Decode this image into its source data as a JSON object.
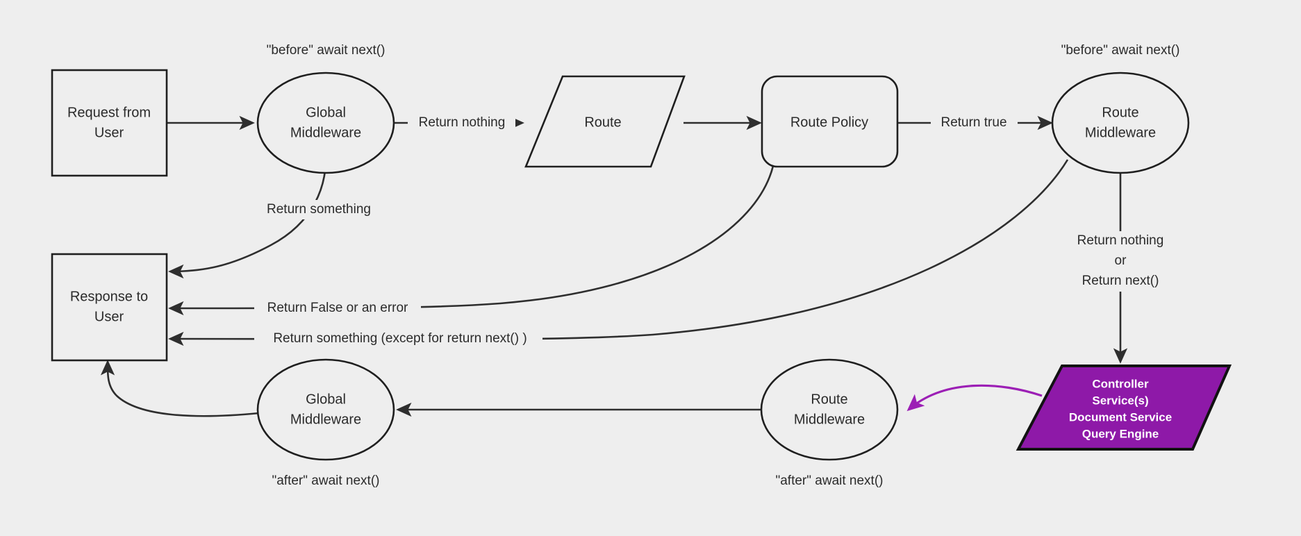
{
  "diagram": {
    "title": "Middleware request/response lifecycle flowchart",
    "background_color": "#eeeeee",
    "stroke_color": "#2e2e2e",
    "accent_color": "#8E19A8",
    "accent_text_color": "#ffffff"
  },
  "nodes": {
    "request_from_user": {
      "line1": "Request from",
      "line2": "User",
      "shape": "rectangle"
    },
    "global_middleware_before": {
      "line1": "Global",
      "line2": "Middleware",
      "shape": "ellipse"
    },
    "route": {
      "line1": "Route",
      "shape": "parallelogram"
    },
    "route_policy": {
      "line1": "Route Policy",
      "shape": "rounded-rectangle"
    },
    "route_middleware_before": {
      "line1": "Route",
      "line2": "Middleware",
      "shape": "ellipse"
    },
    "controller_services": {
      "line1": "Controller",
      "line2": "Service(s)",
      "line3": "Document Service",
      "line4": "Query Engine",
      "shape": "parallelogram"
    },
    "route_middleware_after": {
      "line1": "Route",
      "line2": "Middleware",
      "shape": "ellipse"
    },
    "global_middleware_after": {
      "line1": "Global",
      "line2": "Middleware",
      "shape": "ellipse"
    },
    "response_to_user": {
      "line1": "Response to",
      "line2": "User",
      "shape": "rectangle"
    }
  },
  "annotations": {
    "before_await_next_global": "\"before\" await next()",
    "before_await_next_route": "\"before\" await next()",
    "after_await_next_global": "\"after\" await next()",
    "after_await_next_route": "\"after\" await next()"
  },
  "edge_labels": {
    "return_nothing": "Return nothing",
    "return_true": "Return true",
    "return_something_global": "Return something",
    "return_false_or_error": "Return False or an error",
    "return_something_except": "Return something (except for return next() )",
    "return_nothing_or_next_line1": "Return nothing",
    "return_nothing_or_next_line2": "or",
    "return_nothing_or_next_line3": "Return next()"
  }
}
